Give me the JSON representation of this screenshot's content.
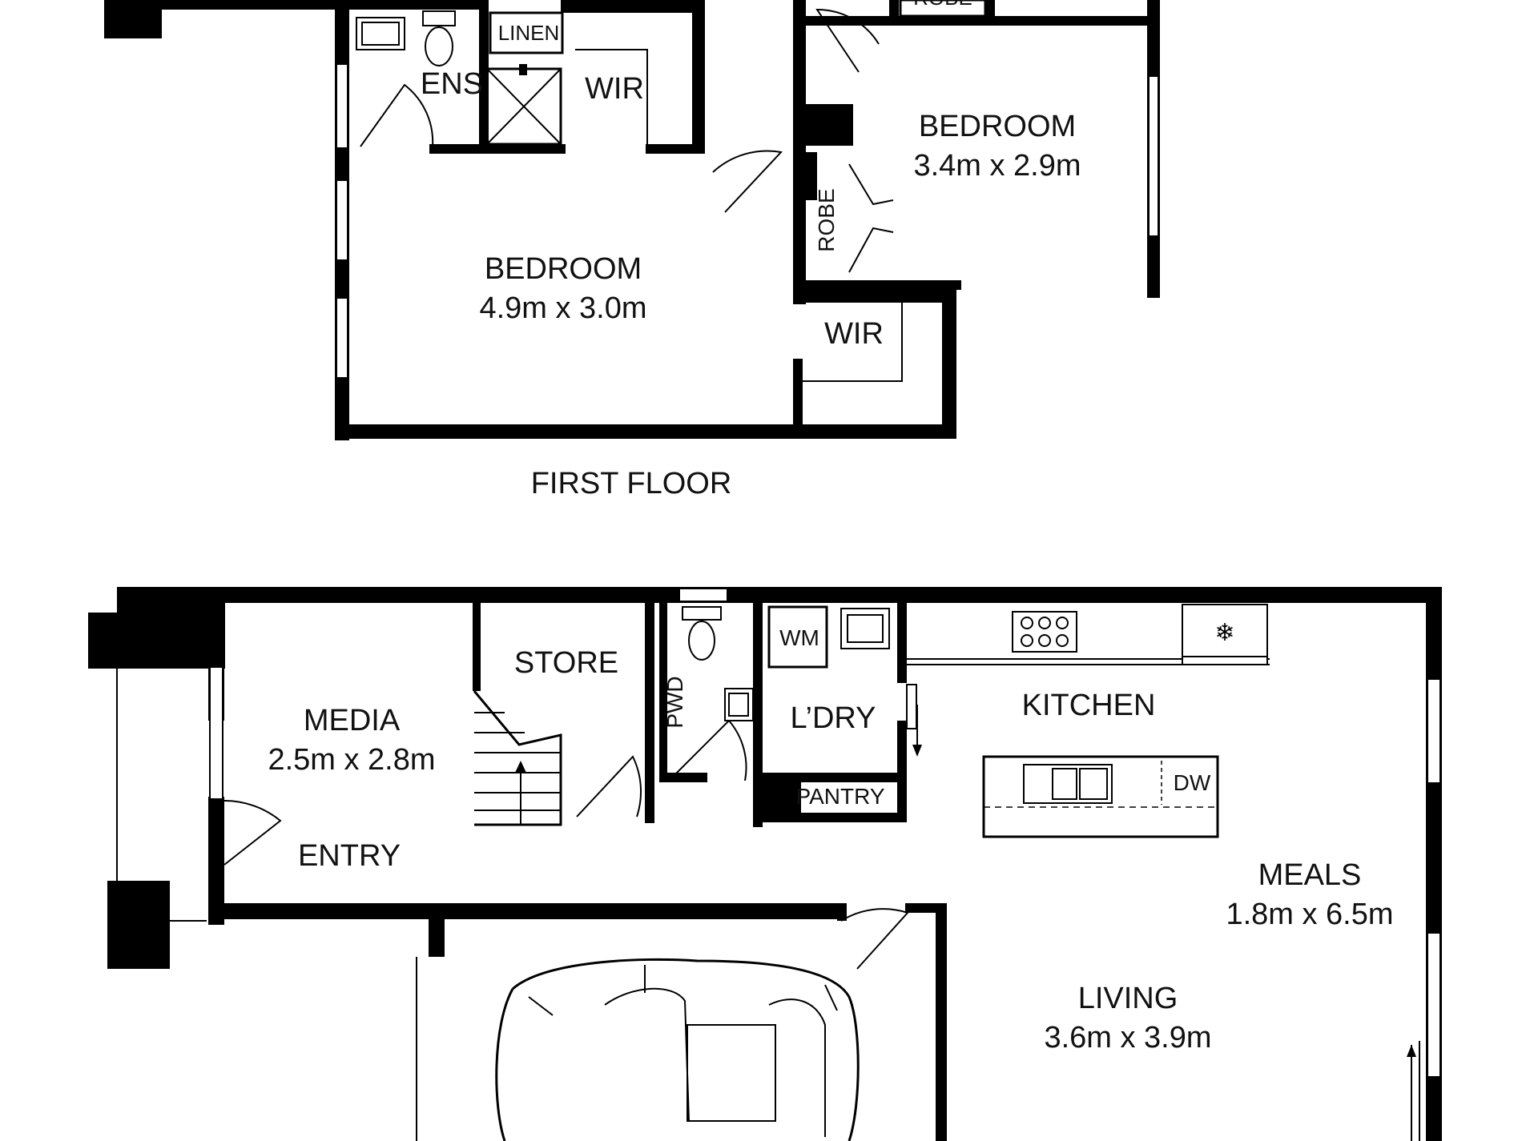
{
  "first_floor": {
    "title": "FIRST FLOOR",
    "rooms": {
      "bedroom_main": {
        "name": "BEDROOM",
        "size": "4.9m x 3.0m"
      },
      "bedroom_2": {
        "name": "BEDROOM",
        "size": "3.4m x 2.9m"
      },
      "ens": "ENS",
      "linen": "LINEN",
      "wir_1": "WIR",
      "wir_2": "WIR",
      "robe": "ROBE",
      "robe_top": "ROBE"
    }
  },
  "ground_floor": {
    "rooms": {
      "media": {
        "name": "MEDIA",
        "size": "2.5m x 2.8m"
      },
      "entry": "ENTRY",
      "store": "STORE",
      "pwd": "PWD",
      "wm": "WM",
      "laundry": "L’DRY",
      "pantry": "PANTRY",
      "kitchen": "KITCHEN",
      "dw": "DW",
      "meals": {
        "name": "MEALS",
        "size": "1.8m x 6.5m"
      },
      "living": {
        "name": "LIVING",
        "size": "3.6m x 3.9m"
      }
    }
  },
  "icons": [
    "toilet-icon",
    "basin-icon",
    "shower-icon",
    "stair-icon",
    "cooktop-icon",
    "fridge-icon",
    "sink-icon",
    "car-icon"
  ]
}
